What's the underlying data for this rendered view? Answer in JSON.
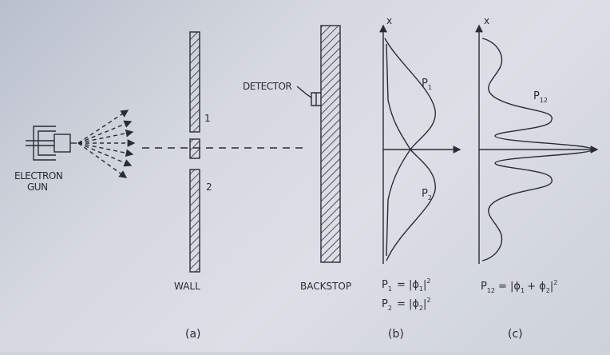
{
  "labels": {
    "electron_gun_line1": "ELECTRON",
    "electron_gun_line2": "GUN",
    "detector": "DETECTOR",
    "slit_1": "1",
    "slit_2": "2",
    "wall": "WALL",
    "backstop": "BACKSTOP",
    "axis_x_b": "x",
    "axis_x_c": "x",
    "curve_p1": "P",
    "curve_p1_sub": "1",
    "curve_p2": "P",
    "curve_p2_sub": "2",
    "curve_p12": "P",
    "curve_p12_sub": "12"
  },
  "equations": {
    "p1_lhs": "P",
    "p1_lhs_sub": "1",
    "p1_rhs": "= |ϕ",
    "p1_rhs_sub": "1",
    "p1_rhs_end": "|",
    "p1_exp": "2",
    "p2_lhs": "P",
    "p2_lhs_sub": "2",
    "p2_rhs": "= |ϕ",
    "p2_rhs_sub": "2",
    "p2_rhs_end": "|",
    "p2_exp": "2",
    "p12_lhs": "P",
    "p12_lhs_sub": "12",
    "p12_rhs_a": "= |ϕ",
    "p12_rhs_a_sub": "1",
    "p12_rhs_b": "+ ϕ",
    "p12_rhs_b_sub": "2",
    "p12_rhs_end": "|",
    "p12_exp": "2"
  },
  "captions": {
    "a": "(a)",
    "b": "(b)",
    "c": "(c)"
  },
  "colors": {
    "ink": "#2a2c33",
    "paper": "#d6d9e0"
  }
}
